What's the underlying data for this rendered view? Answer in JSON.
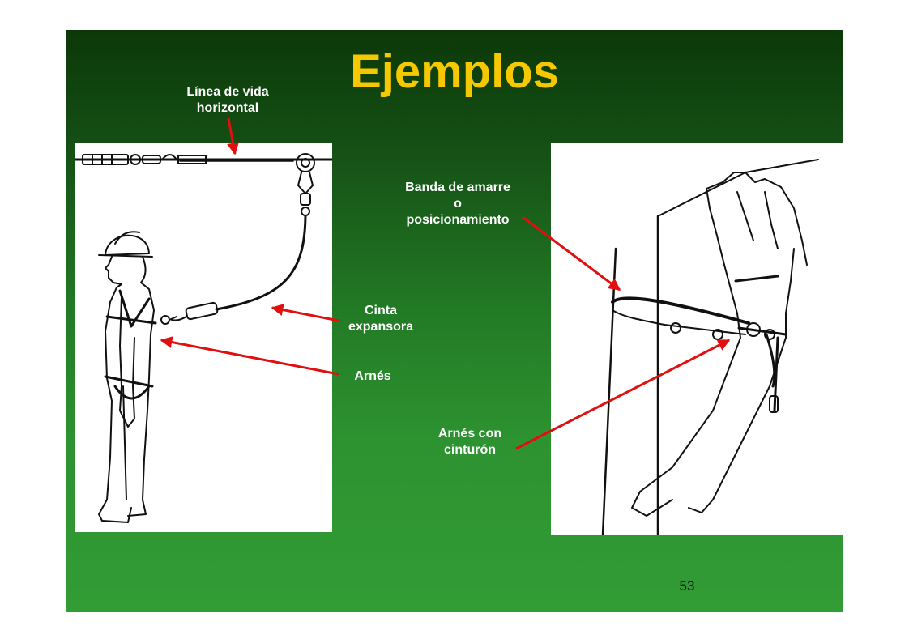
{
  "slide": {
    "title": "Ejemplos",
    "page_number": "53",
    "colors": {
      "background_top": "#0b3808",
      "background_bottom": "#329c35",
      "title": "#f5c800",
      "label": "#ffffff",
      "arrow": "#e01010"
    }
  },
  "labels": {
    "linea_vida": [
      "Línea de vida",
      "horizontal"
    ],
    "cinta": [
      "Cinta",
      "expansora"
    ],
    "arnes": "Arnés",
    "banda": [
      "Banda de amarre",
      "o",
      "posicionamiento"
    ],
    "arnes_cinturon": [
      "Arnés con",
      "cinturón"
    ]
  }
}
